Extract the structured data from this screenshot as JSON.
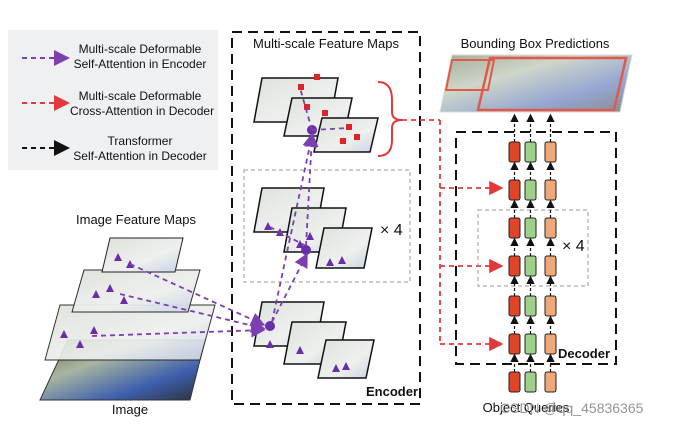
{
  "legend": {
    "items": [
      {
        "line1": "Multi-scale Deformable",
        "line2": "Self-Attention in Encoder",
        "color": "#7b3fb0"
      },
      {
        "line1": "Multi-scale Deformable",
        "line2": "Cross-Attention in Decoder",
        "color": "#e03a3a"
      },
      {
        "line1": "Transformer",
        "line2": "Self-Attention in Decoder",
        "color": "#111111"
      }
    ]
  },
  "labels": {
    "image_feature_maps": "Image Feature Maps",
    "image": "Image",
    "multiscale_feature_maps": "Multi-scale Feature Maps",
    "encoder": "Encoder",
    "bounding_box_predictions": "Bounding Box Predictions",
    "decoder": "Decoder",
    "object_queries": "Object Queries",
    "encoder_repeat": "× 4",
    "decoder_repeat": "× 4",
    "watermark": "CSDN @qq_45836365"
  },
  "colors": {
    "encoder_attention": "#7b3fb0",
    "decoder_cross_attention": "#e03a3a",
    "decoder_self_attention": "#111111",
    "query_red": "#e0442a",
    "query_green": "#9fd08a",
    "query_orange": "#f0a878",
    "bbox_border": "#e05a4a"
  }
}
